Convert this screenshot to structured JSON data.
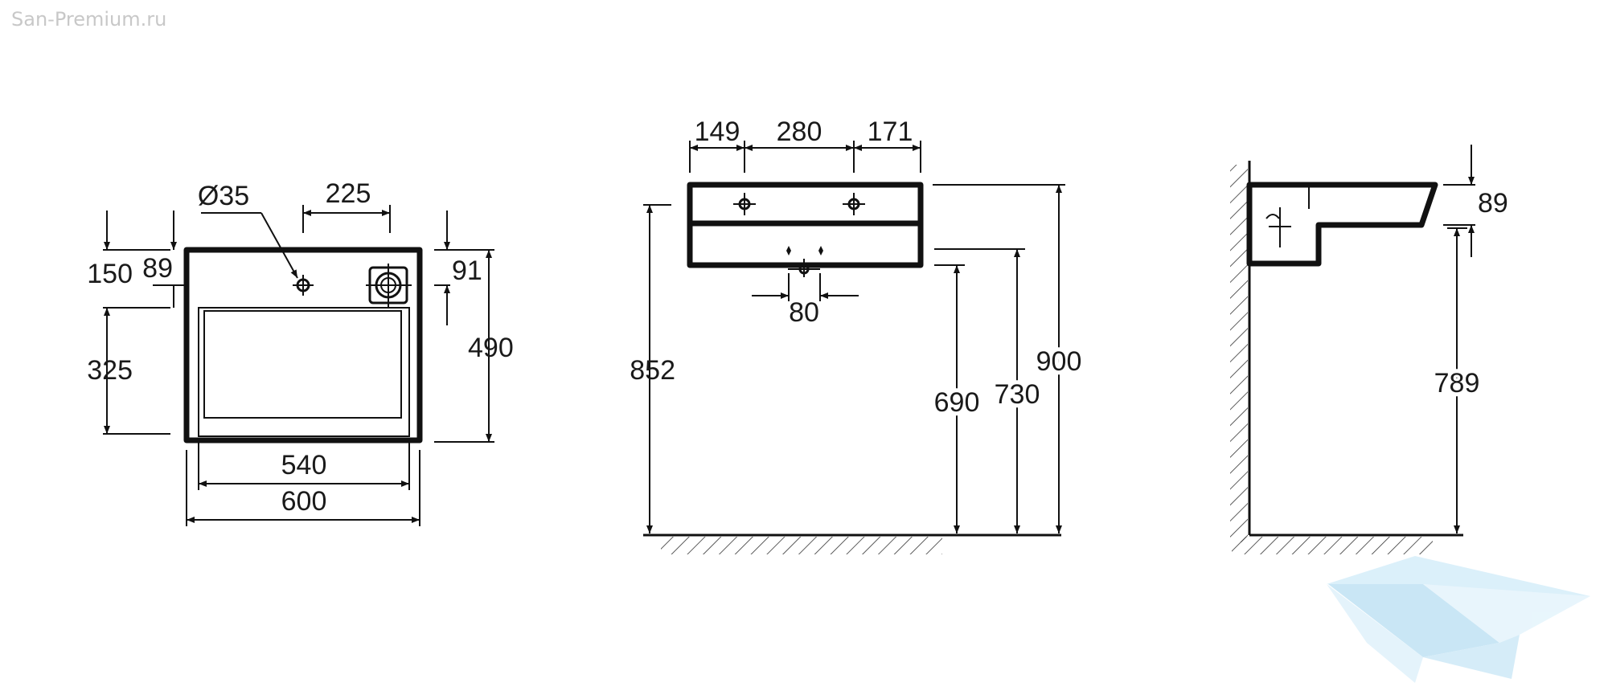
{
  "watermark": {
    "text": "San-Premium.ru"
  },
  "top_view": {
    "dims": {
      "hole_diameter": "Ø35",
      "hole_offset": "225",
      "d150": "150",
      "d89": "89",
      "d91": "91",
      "d325": "325",
      "d490": "490",
      "inner_width": "540",
      "outer_width": "600"
    }
  },
  "front_view": {
    "dims": {
      "d149": "149",
      "d280": "280",
      "d171": "171",
      "d80": "80",
      "d852": "852",
      "d690": "690",
      "d730": "730",
      "d900": "900"
    }
  },
  "side_view": {
    "dims": {
      "d89": "89",
      "d789": "789"
    }
  },
  "colors": {
    "line": "#111111",
    "watermark_text": "#c8c8c8",
    "logo_blue": "#a8d8f0"
  },
  "icons": {
    "logo": "san-premium-bird-logo"
  }
}
